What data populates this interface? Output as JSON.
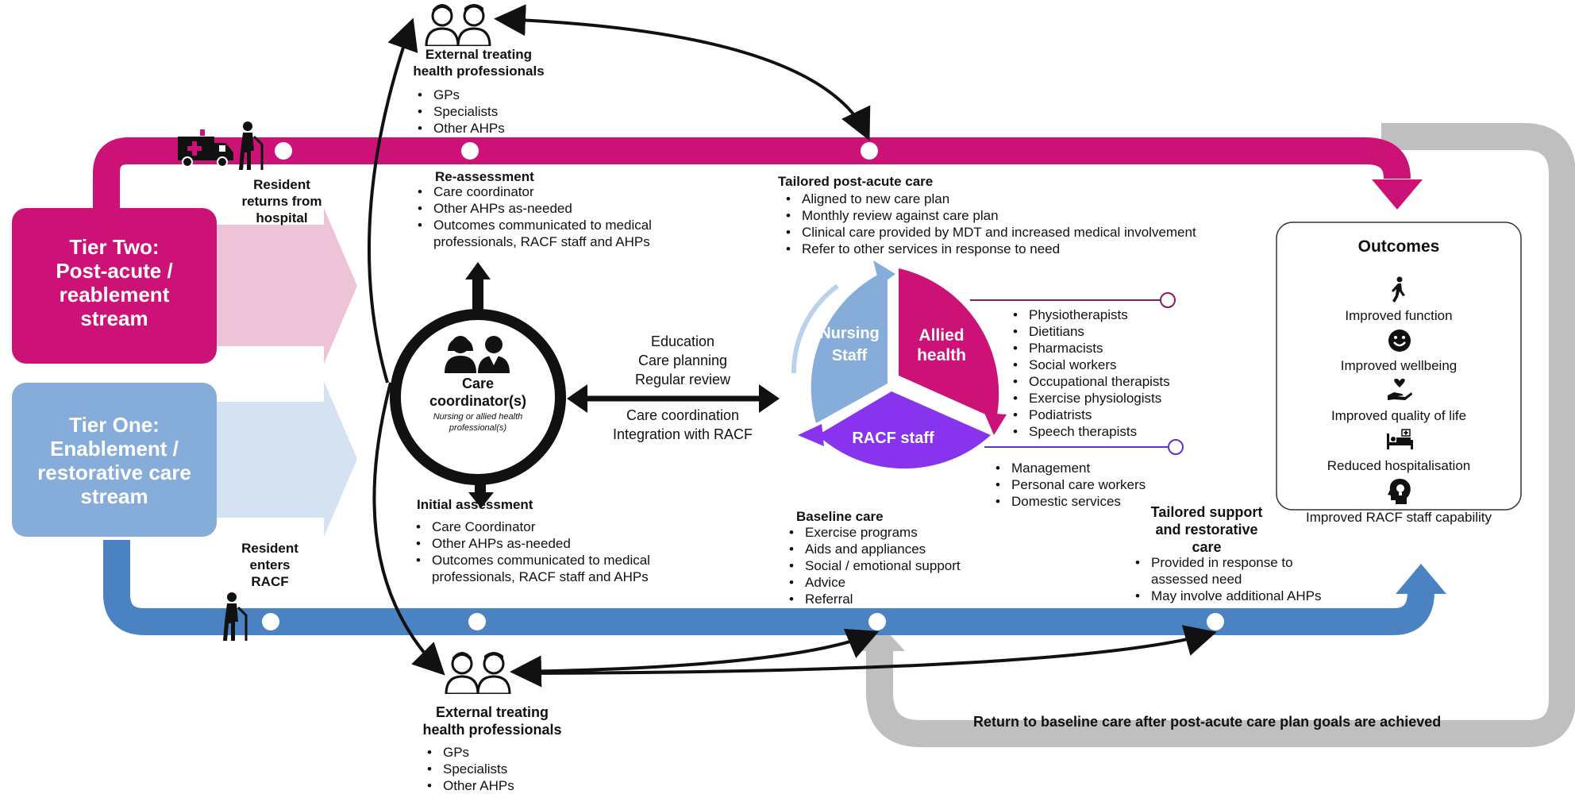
{
  "colors": {
    "magenta": "#cc1177",
    "blue": "#4a82c2",
    "light_blue": "#86acd9",
    "pale_pink": "#edc3d8",
    "pale_blue": "#d5e2f1",
    "grey": "#bfbfbf",
    "purple": "#8833ee",
    "black": "#111111"
  },
  "tiers": {
    "tier_two": "Tier Two:\nPost-acute /\nreablement\nstream",
    "tier_one": "Tier One:\nEnablement /\nrestorative care\nstream"
  },
  "resident_returns": "Resident\nreturns from\nhospital",
  "resident_enters": "Resident\nenters\nRACF",
  "external_top": {
    "title": "External treating\nhealth professionals",
    "items": [
      "GPs",
      "Specialists",
      "Other AHPs"
    ]
  },
  "external_bottom": {
    "title": "External treating\nhealth professionals",
    "items": [
      "GPs",
      "Specialists",
      "Other AHPs"
    ]
  },
  "reassessment": {
    "title": "Re-assessment",
    "items": [
      "Care coordinator",
      "Other AHPs as-needed",
      "Outcomes communicated to medical\nprofessionals, RACF staff and AHPs"
    ]
  },
  "initial_assessment": {
    "title": "Initial assessment",
    "items": [
      "Care Coordinator",
      "Other AHPs as-needed",
      "Outcomes communicated to medical\nprofessionals, RACF staff and AHPs"
    ]
  },
  "care_coordinator": {
    "title": "Care\ncoordinator(s)",
    "subtitle": "Nursing or allied health\nprofessional(s)"
  },
  "coordination_labels": {
    "above": "Education\nCare planning\nRegular review",
    "below": "Care coordination\nIntegration with RACF"
  },
  "tailored_post_acute": {
    "title": "Tailored post-acute care",
    "items": [
      "Aligned to new care plan",
      "Monthly review against care plan",
      "Clinical care provided by MDT and increased medical involvement",
      "Refer to other services in response to need"
    ]
  },
  "cycle": {
    "nursing": "Nursing\nStaff",
    "allied": "Allied\nhealth",
    "racf": "RACF staff"
  },
  "allied_list": [
    "Physiotherapists",
    "Dietitians",
    "Pharmacists",
    "Social workers",
    "Occupational therapists",
    "Exercise physiologists",
    "Podiatrists",
    "Speech therapists"
  ],
  "racf_list": [
    "Management",
    "Personal care workers",
    "Domestic services"
  ],
  "baseline_care": {
    "title": "Baseline care",
    "items": [
      "Exercise programs",
      "Aids and appliances",
      "Social / emotional support",
      "Advice",
      "Referral"
    ]
  },
  "tailored_support": {
    "title": "Tailored support\nand restorative\ncare",
    "items": [
      "Provided in response to\nassessed need",
      "May involve additional AHPs"
    ]
  },
  "outcomes": {
    "title": "Outcomes",
    "items": [
      {
        "icon": "walking-person-icon",
        "label": "Improved function"
      },
      {
        "icon": "smiley-face-icon",
        "label": "Improved wellbeing"
      },
      {
        "icon": "hand-heart-icon",
        "label": "Improved quality of life"
      },
      {
        "icon": "hospital-bed-icon",
        "label": "Reduced hospitalisation"
      },
      {
        "icon": "head-lightbulb-icon",
        "label": "Improved RACF staff capability"
      }
    ]
  },
  "return_label": "Return to baseline care after post-acute care plan goals are achieved"
}
